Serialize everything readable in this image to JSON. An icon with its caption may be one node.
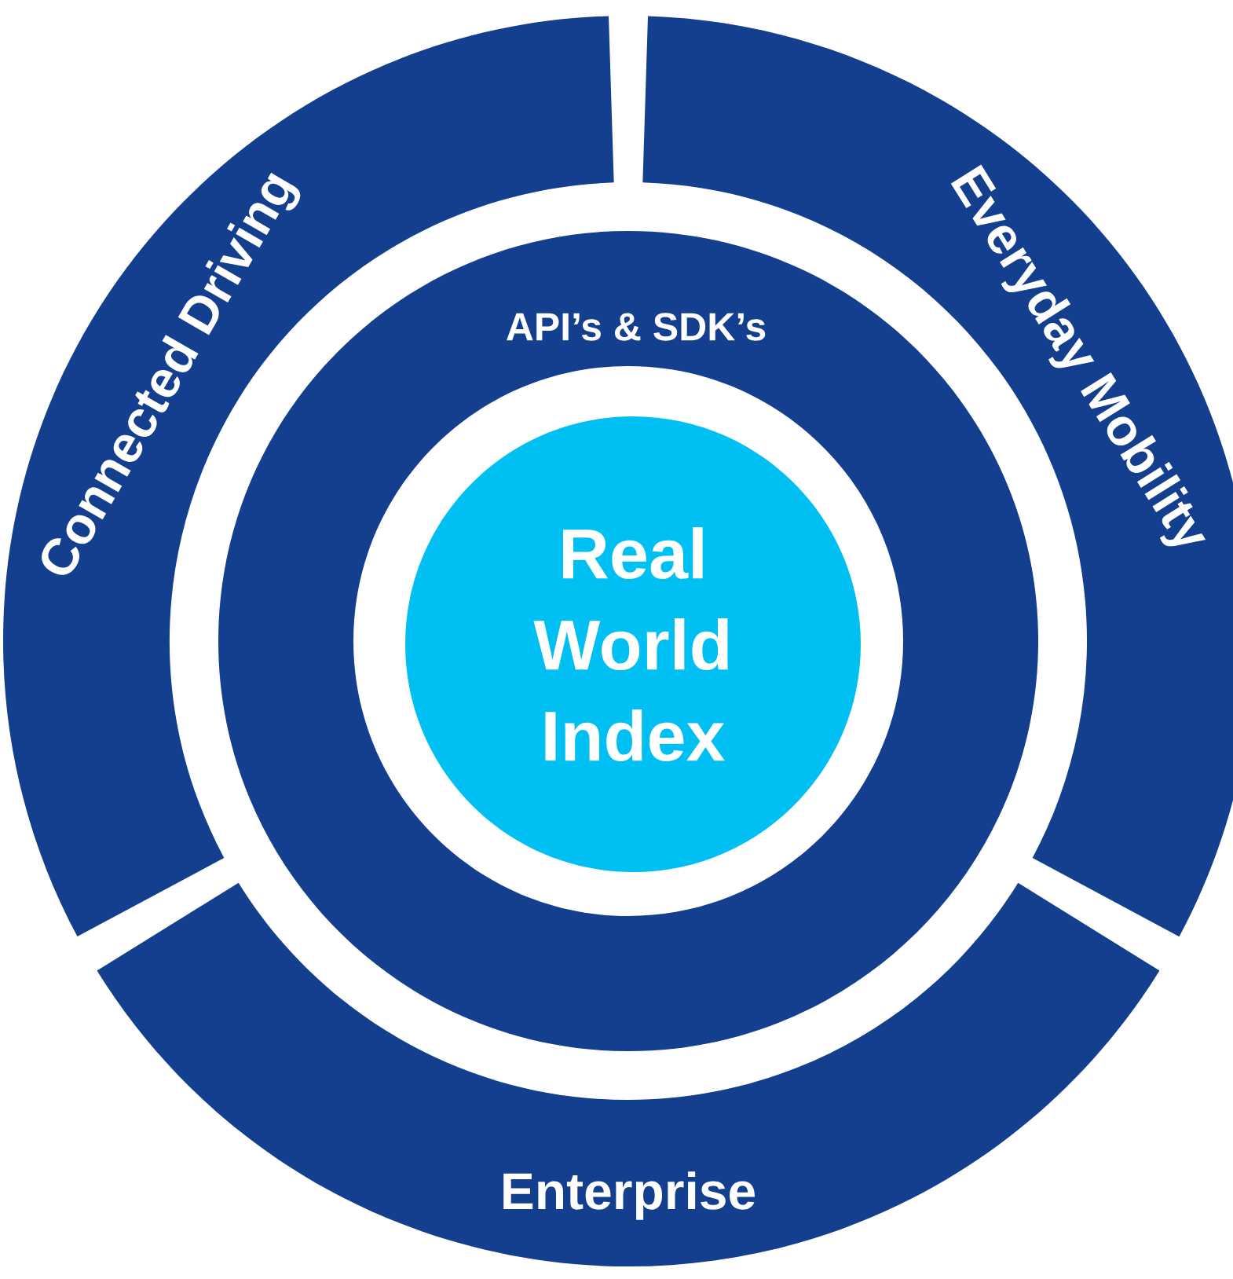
{
  "diagram": {
    "nodes": [
      {
        "text": [
          "Connected Driving"
        ]
      },
      {
        "text": [
          "Everyday Mobility"
        ]
      },
      {
        "text": [
          "Enterprise"
        ]
      },
      {
        "text": [
          "API’s & SDK’s"
        ]
      },
      {
        "text": [
          "Real World Index"
        ],
        "in": 3
      }
    ]
  }
}
